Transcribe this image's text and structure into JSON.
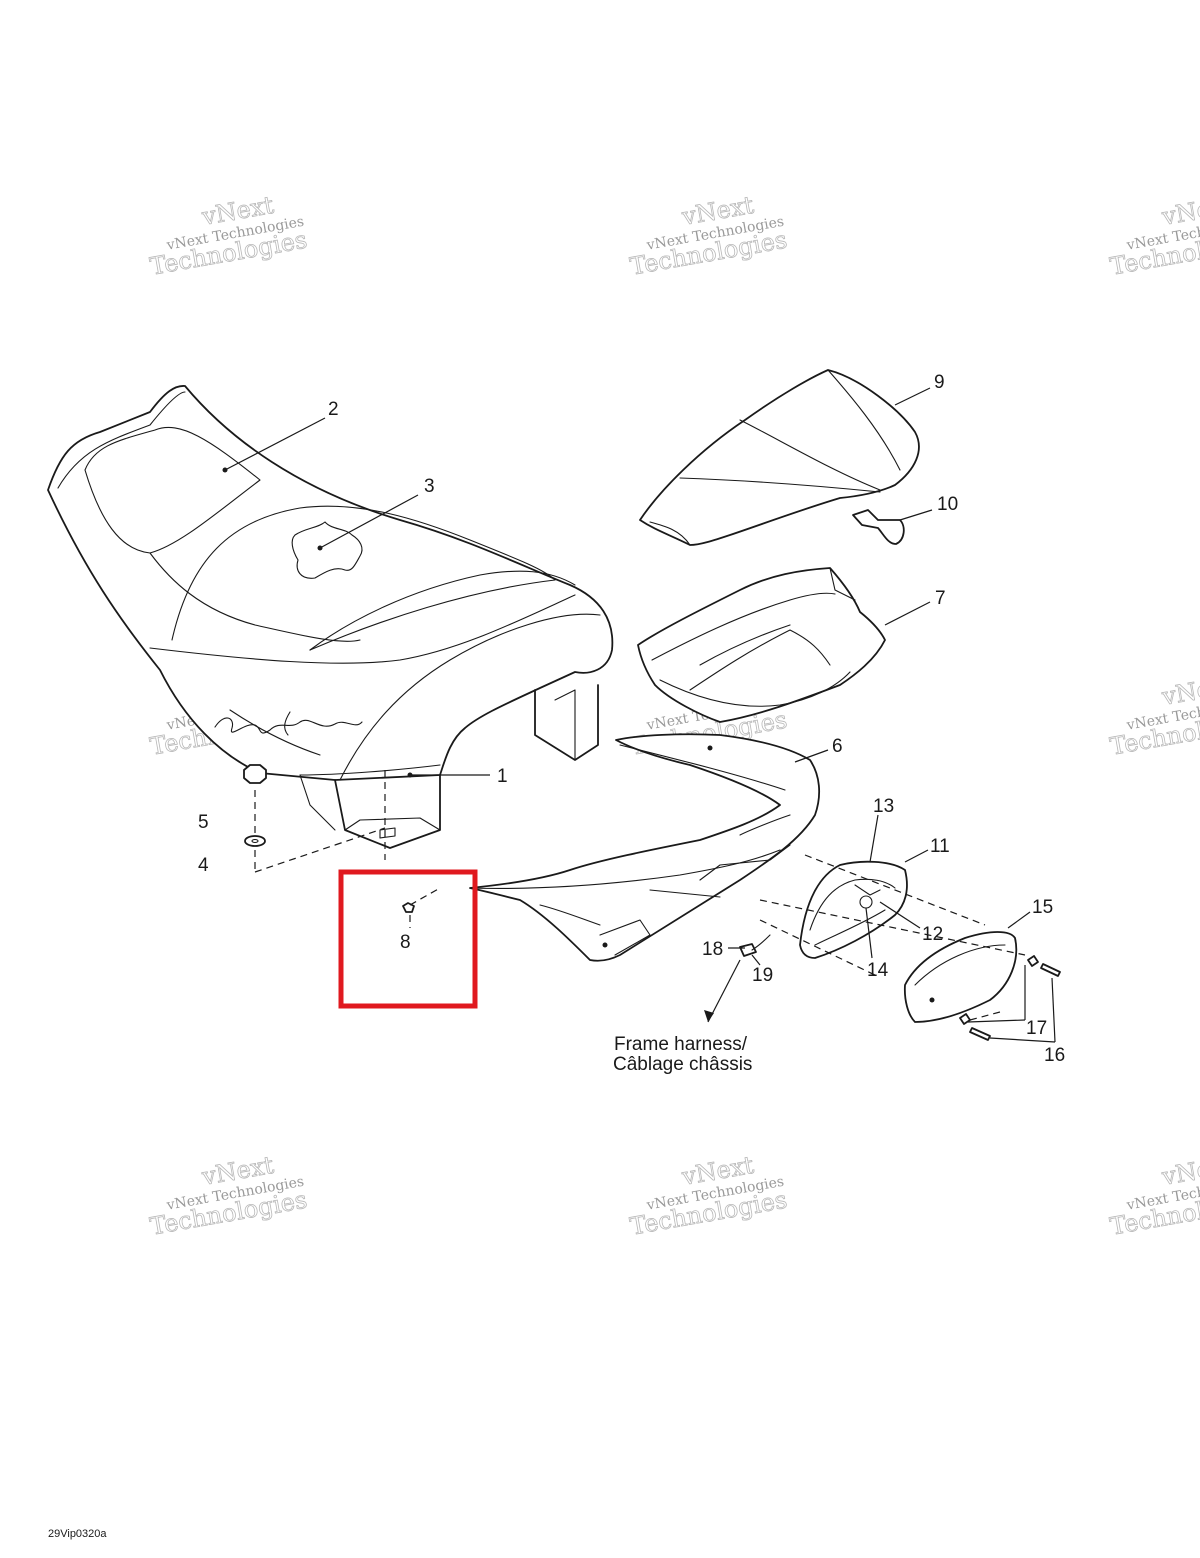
{
  "figure": {
    "id": "29Vip0320a",
    "caption_line1": "Frame harness/",
    "caption_line2": "Câblage châssis"
  },
  "callouts": [
    {
      "num": "1"
    },
    {
      "num": "2"
    },
    {
      "num": "3"
    },
    {
      "num": "4"
    },
    {
      "num": "5"
    },
    {
      "num": "6"
    },
    {
      "num": "7"
    },
    {
      "num": "8"
    },
    {
      "num": "9"
    },
    {
      "num": "10"
    },
    {
      "num": "11"
    },
    {
      "num": "12"
    },
    {
      "num": "13"
    },
    {
      "num": "14"
    },
    {
      "num": "15"
    },
    {
      "num": "16"
    },
    {
      "num": "17"
    },
    {
      "num": "18"
    },
    {
      "num": "19"
    }
  ],
  "highlight": {
    "target_callout": "8",
    "color": "#e0191f"
  },
  "watermark": {
    "line1": "vNext",
    "line2": "vNext Technologies",
    "line3": "Technologies"
  }
}
